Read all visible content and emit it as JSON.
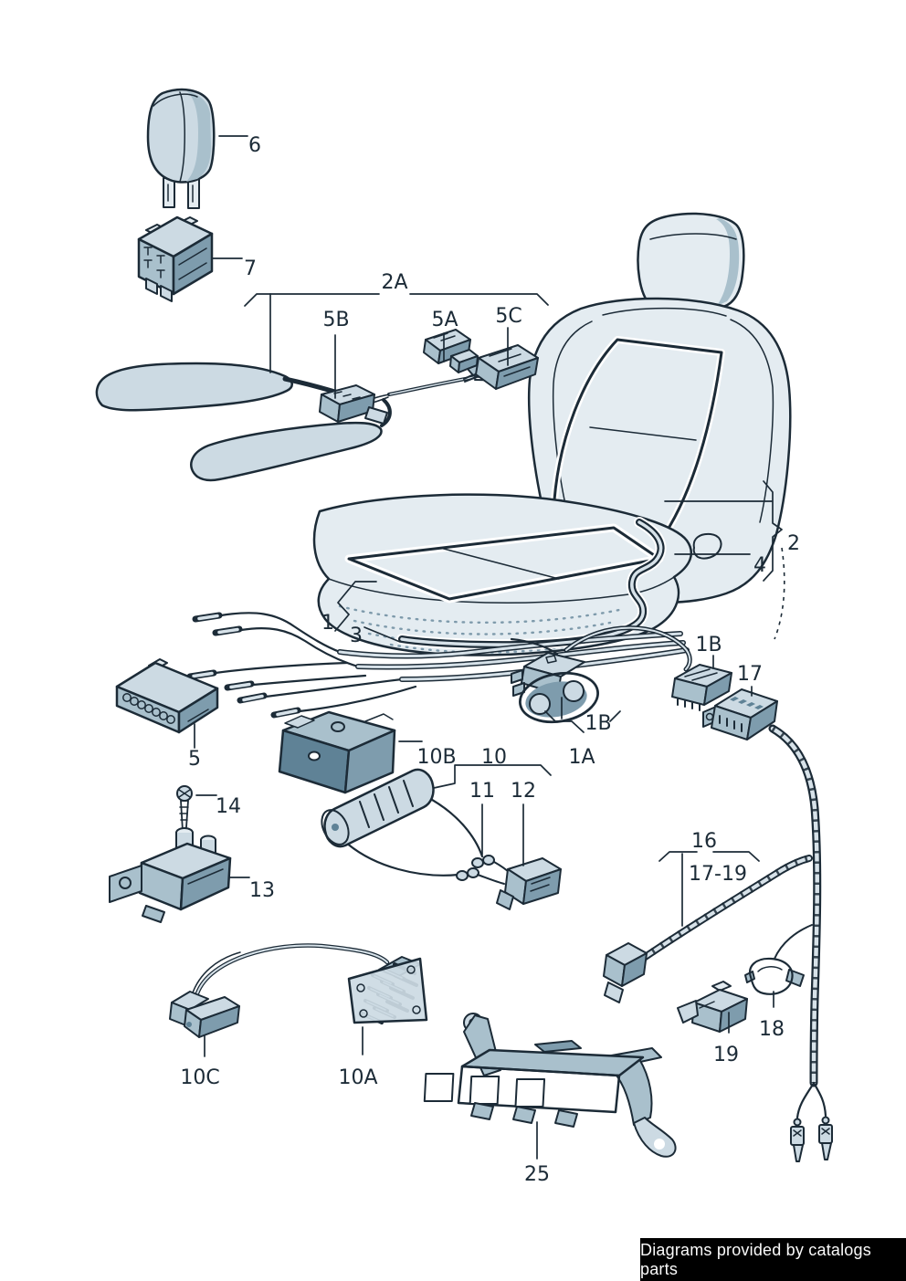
{
  "callouts": {
    "item6": "6",
    "item7": "7",
    "item2a": "2A",
    "item5b": "5B",
    "item5a": "5A",
    "item5c": "5C",
    "item2": "2",
    "item4": "4",
    "item1": "1",
    "item3": "3",
    "item5": "5",
    "item1b_upper": "1B",
    "item17": "17",
    "item1b_lower": "1B",
    "item1a": "1A",
    "item10b": "10B",
    "item10": "10",
    "item11": "11",
    "item12": "12",
    "item14": "14",
    "item13": "13",
    "item16": "16",
    "item17_19": "17-19",
    "item18": "18",
    "item19": "19",
    "item10c": "10C",
    "item10a": "10A",
    "item25": "25"
  },
  "footer": {
    "credit": "Diagrams provided by catalogs parts"
  },
  "colors": {
    "outline": "#1c2b37",
    "fill_light": "#e4ecf1",
    "fill_mid": "#ccdae3",
    "fill_shade": "#a9c0cc",
    "fill_dark": "#7e9cad",
    "fill_darkest": "#5f8296",
    "footer_bg": "#000000",
    "footer_text": "#fafafa"
  }
}
